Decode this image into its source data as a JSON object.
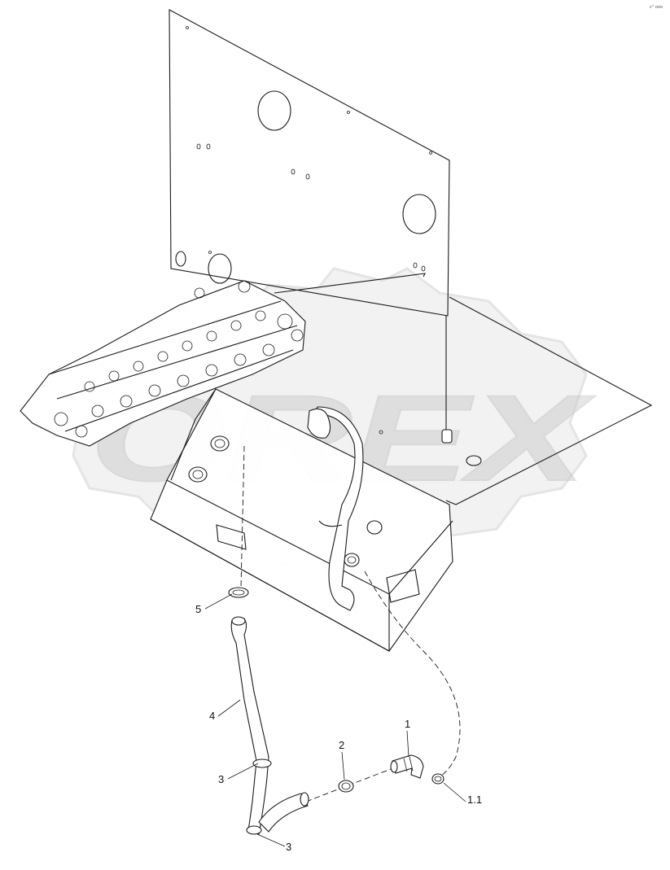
{
  "diagram": {
    "corner_mark": "c° ooo",
    "watermark": "OREX",
    "callouts": [
      "5",
      "4",
      "3",
      "3",
      "2",
      "1",
      "1.1"
    ]
  }
}
